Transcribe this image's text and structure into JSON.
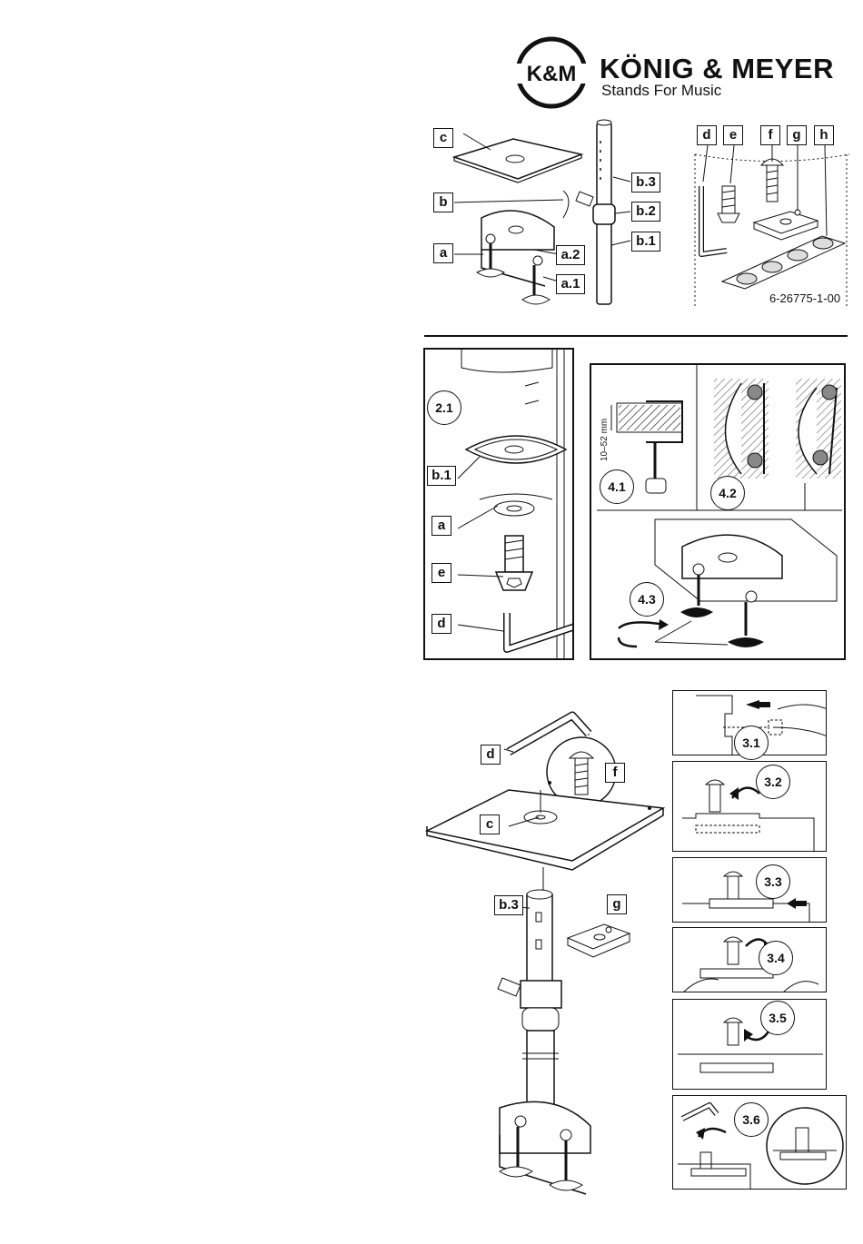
{
  "header": {
    "logo_mark": "K&M",
    "brand": "KÖNIG & MEYER",
    "tagline": "Stands For Music"
  },
  "parts_overview": {
    "labels": [
      "c",
      "b",
      "a",
      "b.3",
      "b.2",
      "b.1",
      "a.2",
      "a.1"
    ],
    "hardware_labels": [
      "d",
      "e",
      "f",
      "g",
      "h"
    ],
    "part_number": "6-26775-1-00"
  },
  "step2": {
    "step": "2.1",
    "labels": [
      "b.1",
      "a",
      "e",
      "d"
    ]
  },
  "step4": {
    "steps": [
      "4.1",
      "4.2",
      "4.3"
    ],
    "clamp_range": "10–52 mm"
  },
  "step3": {
    "labels": [
      "d",
      "f",
      "c",
      "b.3",
      "g"
    ],
    "steps": [
      "3.1",
      "3.2",
      "3.3",
      "3.4",
      "3.5",
      "3.6"
    ]
  }
}
